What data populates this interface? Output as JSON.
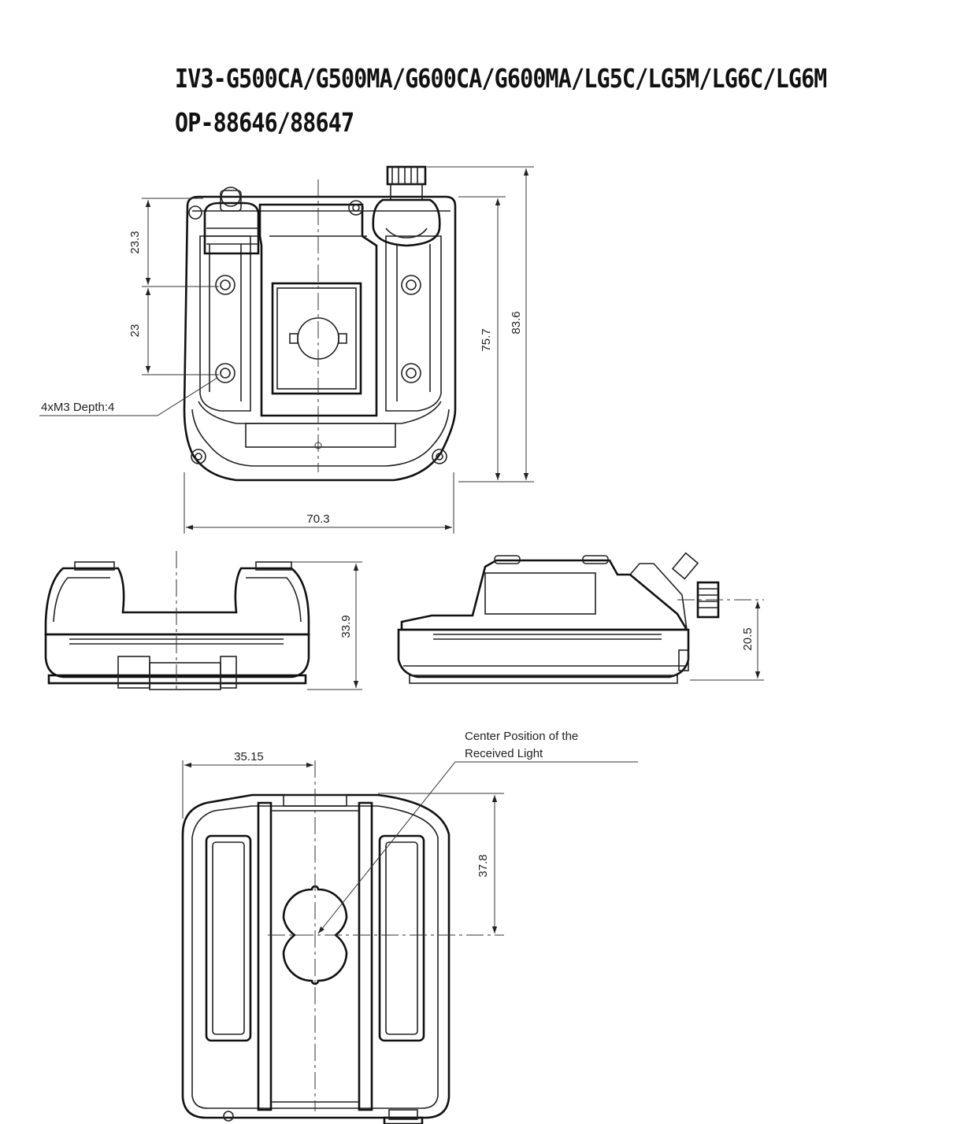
{
  "title": {
    "line1": "IV3-G500CA/G500MA/G600CA/G600MA/LG5C/LG5M/LG6C/LG6M",
    "line2": "OP-88646/88647"
  },
  "top_view": {
    "dim_top_segment": "23.3",
    "dim_hole_pitch": "23",
    "dim_inner_height": "75.7",
    "dim_total_height": "83.6",
    "dim_width": "70.3",
    "callout_holes": "4xM3 Depth:4"
  },
  "front_view": {
    "dim_height": "33.9"
  },
  "side_view": {
    "dim_connector_height": "20.5"
  },
  "bottom_view": {
    "dim_center_x": "35.15",
    "dim_center_y": "37.8",
    "callout_line1": "Center Position of the",
    "callout_line2": "Received Light"
  }
}
